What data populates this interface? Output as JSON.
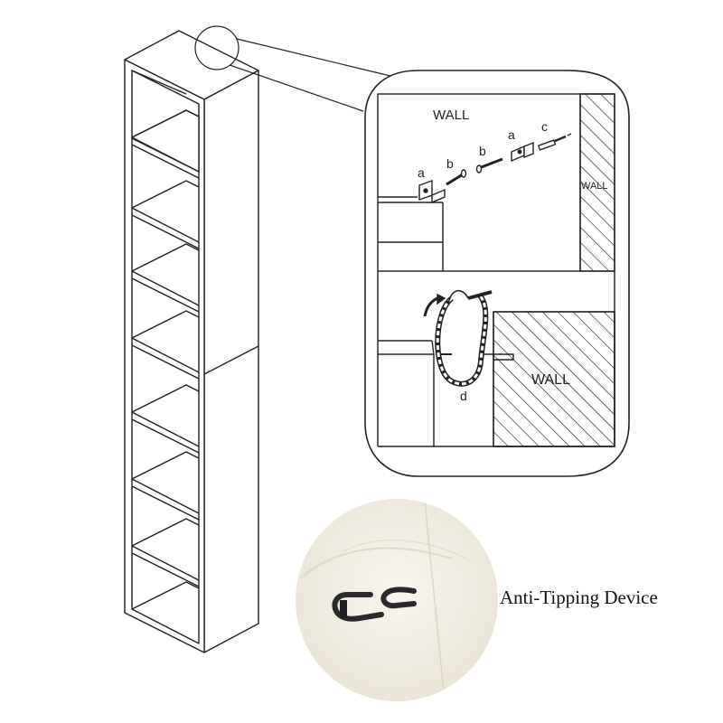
{
  "callout": {
    "upper": {
      "wall_left": "WALL",
      "wall_right": "WALL",
      "parts": {
        "a1": "a",
        "b1": "b",
        "b2": "b",
        "a2": "a",
        "c": "c"
      }
    },
    "lower": {
      "wall": "WALL",
      "part_d": "d"
    }
  },
  "caption": "Anti-Tipping Device",
  "colors": {
    "stroke": "#222222",
    "photo_bg": "#f3efe6",
    "hardware": "#2a2a2a"
  }
}
